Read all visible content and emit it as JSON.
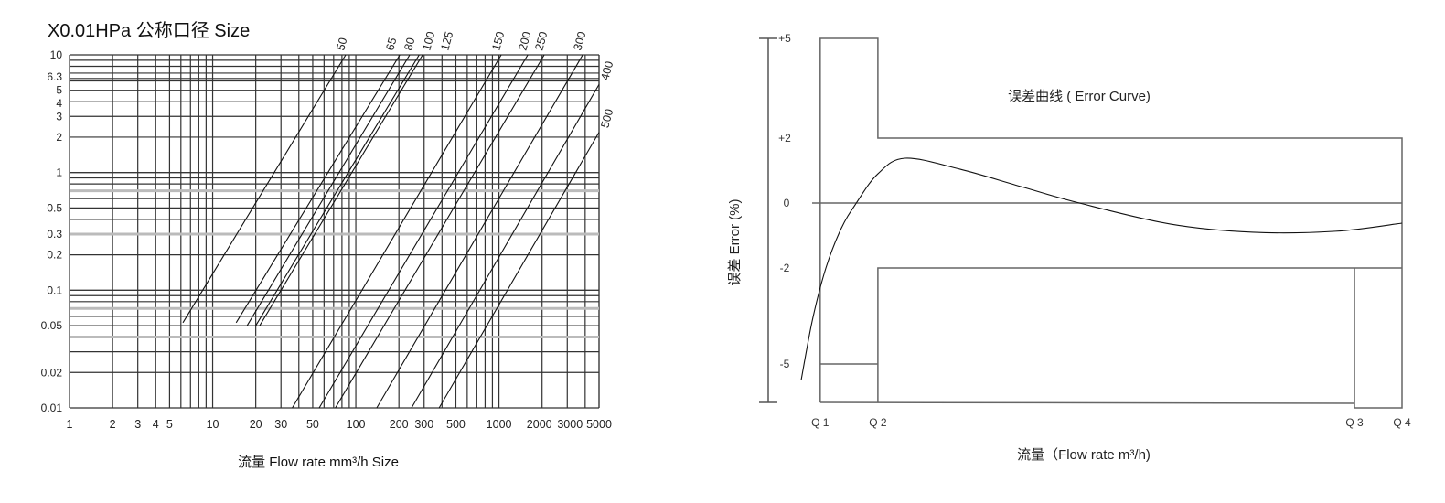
{
  "chart_data": [
    {
      "type": "line",
      "title": "X0.01HPa   公称口径 Size",
      "xlabel": "流量 Flow rate mm³/h Size",
      "ylabel": "X0.01HPa",
      "xscale": "log",
      "yscale": "log",
      "xlim": [
        1,
        5000
      ],
      "ylim": [
        0.01,
        10
      ],
      "grid": true,
      "x_ticks": [
        "1",
        "2",
        "3",
        "4",
        "5",
        "10",
        "20",
        "30",
        "50",
        "100",
        "200",
        "300",
        "500",
        "1000",
        "2000",
        "3000",
        "5000"
      ],
      "x_tick_values": [
        1,
        2,
        3,
        4,
        5,
        10,
        20,
        30,
        50,
        100,
        200,
        300,
        500,
        1000,
        2000,
        3000,
        5000
      ],
      "y_ticks": [
        "10",
        "6.3",
        "5",
        "4",
        "3",
        "2",
        "1",
        "0.5",
        "0.3",
        "0.2",
        "0.1",
        "0.05",
        "0.02",
        "0.01"
      ],
      "y_tick_values": [
        10,
        6.3,
        5,
        4,
        3,
        2,
        1,
        0.5,
        0.3,
        0.2,
        0.1,
        0.05,
        0.02,
        0.01
      ],
      "series": [
        {
          "name": "50",
          "points": [
            [
              6.2,
              0.053
            ],
            [
              85,
              10
            ]
          ]
        },
        {
          "name": "65",
          "points": [
            [
              14.6,
              0.053
            ],
            [
              203,
              10
            ]
          ]
        },
        {
          "name": "80",
          "points": [
            [
              17.4,
              0.05
            ],
            [
              238,
              10
            ]
          ]
        },
        {
          "name": "100",
          "points": [
            [
              20,
              0.05
            ],
            [
              277,
              10
            ]
          ]
        },
        {
          "name": "125",
          "points": [
            [
              21.3,
              0.05
            ],
            [
              293,
              10
            ]
          ]
        },
        {
          "name": "150",
          "points": [
            [
              36,
              0.01
            ],
            [
              1037,
              10
            ]
          ]
        },
        {
          "name": "200",
          "points": [
            [
              55.5,
              0.01
            ],
            [
              1590,
              10
            ]
          ]
        },
        {
          "name": "250",
          "points": [
            [
              72,
              0.01
            ],
            [
              2070,
              10
            ]
          ]
        },
        {
          "name": "300",
          "points": [
            [
              140,
              0.01
            ],
            [
              3846,
              10
            ]
          ]
        },
        {
          "name": "400",
          "points": [
            [
              245,
              0.01
            ],
            [
              5000,
              5.6
            ]
          ]
        },
        {
          "name": "500",
          "points": [
            [
              382,
              0.01
            ],
            [
              5000,
              2.2
            ]
          ]
        }
      ]
    },
    {
      "type": "line",
      "title": "误差曲线 ( Error Curve)",
      "xlabel": "流量（Flow rate m³/h)",
      "ylabel": "误差 Error (%)",
      "ylim": [
        -6.2,
        5
      ],
      "xlim": [
        0,
        100
      ],
      "y_ticks": [
        "+5",
        "+2",
        "0",
        "-2",
        "-5"
      ],
      "y_tick_values": [
        5,
        2,
        0,
        -2,
        -5
      ],
      "x_markers": [
        {
          "label": "Q 1",
          "x": 8.2
        },
        {
          "label": "Q 2",
          "x": 17.3
        },
        {
          "label": "Q 3",
          "x": 92.5
        },
        {
          "label": "Q 4",
          "x": 100
        }
      ],
      "limits": {
        "Q1_Q2": [
          -5,
          5
        ],
        "Q2_Q4": [
          -2,
          2
        ]
      },
      "series": [
        {
          "name": "error curve",
          "points": [
            [
              5.2,
              -5.5
            ],
            [
              7,
              -3.6
            ],
            [
              9.1,
              -2
            ],
            [
              11.5,
              -0.79
            ],
            [
              13.9,
              0
            ],
            [
              17.3,
              0.9
            ],
            [
              21.6,
              1.38
            ],
            [
              30.3,
              1.04
            ],
            [
              40,
              0.5
            ],
            [
              49.1,
              0
            ],
            [
              63.5,
              -0.65
            ],
            [
              76.5,
              -0.9
            ],
            [
              89.5,
              -0.87
            ],
            [
              100,
              -0.62
            ]
          ]
        }
      ]
    }
  ]
}
